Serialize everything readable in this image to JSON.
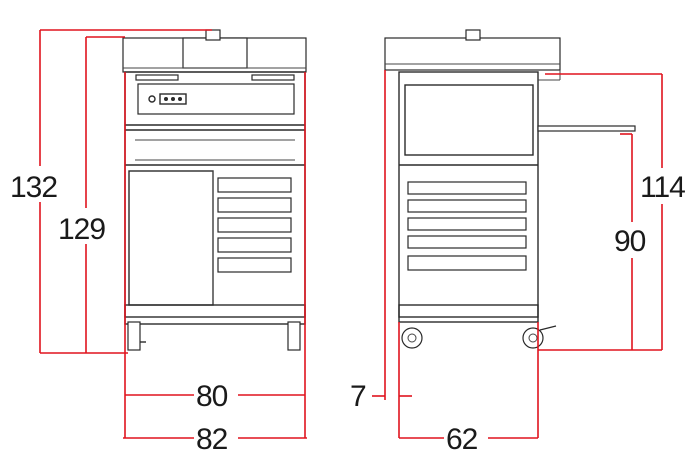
{
  "dimensions": {
    "total_height": "132",
    "frame_height": "129",
    "inner_width": "80",
    "total_width": "82",
    "side_height": "114",
    "shelf_height": "90",
    "offset": "7",
    "depth": "62"
  },
  "colors": {
    "dimension_line": "#e0141e",
    "outline": "#2a2a2a"
  }
}
